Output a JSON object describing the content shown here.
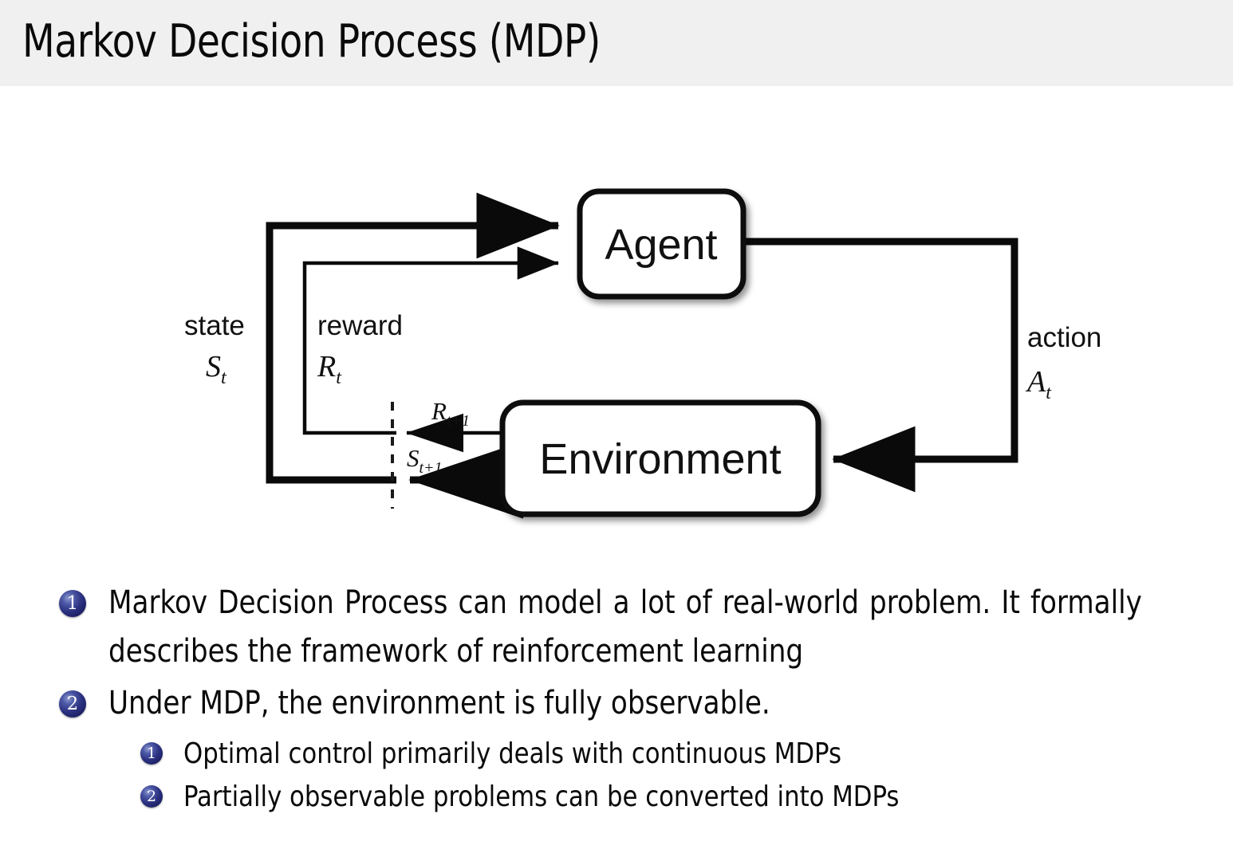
{
  "slide": {
    "title": "Markov Decision Process (MDP)",
    "header_bg": "#f0f0f0",
    "text_color": "#0a0a0a",
    "bullet_color": "#2b3180"
  },
  "diagram": {
    "name": "agent-environment-interaction-loop",
    "agent_box_label": "Agent",
    "environment_box_label": "Environment",
    "labels": {
      "state_word": "state",
      "state_symbol": "S",
      "state_subscript": "t",
      "reward_word": "reward",
      "reward_symbol": "R",
      "reward_subscript": "t",
      "action_word": "action",
      "action_symbol": "A",
      "action_subscript": "t",
      "reward_next_symbol": "R",
      "reward_next_subscript": "t+1",
      "state_next_symbol": "S",
      "state_next_subscript": "t+1"
    }
  },
  "bullets": [
    {
      "marker": "1",
      "text": "Markov Decision Process can model a lot of real-world problem. It formally describes the framework of reinforcement learning",
      "sub": []
    },
    {
      "marker": "2",
      "text": "Under MDP, the environment is fully observable.",
      "sub": [
        {
          "marker": "1",
          "text": "Optimal control primarily deals with continuous MDPs"
        },
        {
          "marker": "2",
          "text": "Partially observable problems can be converted into MDPs"
        }
      ]
    }
  ]
}
